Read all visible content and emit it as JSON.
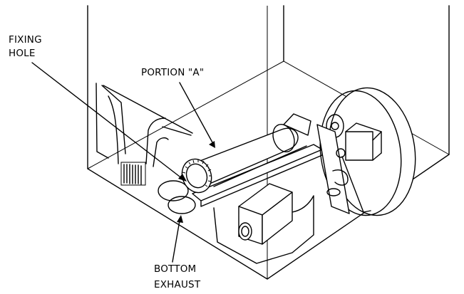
{
  "labels": {
    "fixing_hole_line1": "FIXING",
    "fixing_hole_line2": "HOLE",
    "portion_a": "PORTION \"A\"",
    "bottom_exhaust_line1": "BOTTOM",
    "bottom_exhaust_line2": "EXHAUST"
  },
  "colors": {
    "ink": "#000000",
    "paper": "#ffffff"
  }
}
